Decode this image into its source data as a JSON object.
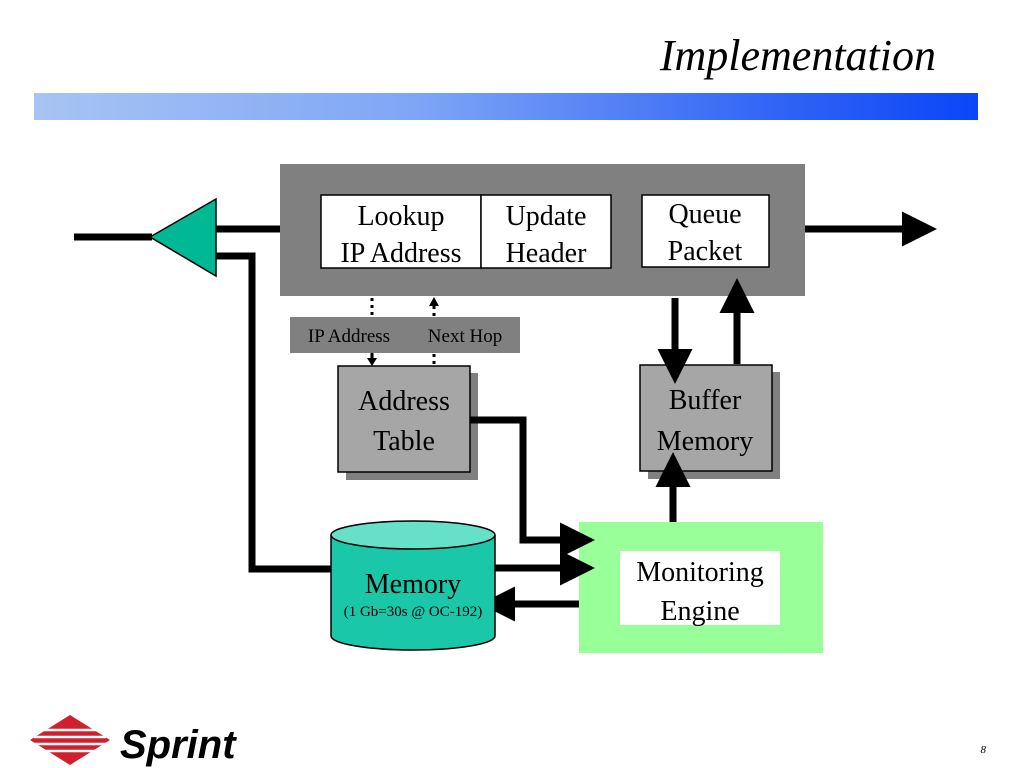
{
  "slide": {
    "title": "Implementation",
    "page_number": "8"
  },
  "diagram": {
    "lookup_block": {
      "line1": "Lookup",
      "line2": "IP Address"
    },
    "update_block": {
      "line1": "Update",
      "line2": "Header"
    },
    "queue_block": {
      "line1": "Queue",
      "line2": "Packet"
    },
    "ip_address_label": "IP Address",
    "next_hop_label": "Next Hop",
    "address_table": {
      "line1": "Address",
      "line2": "Table"
    },
    "buffer_memory": {
      "line1": "Buffer",
      "line2": "Memory"
    },
    "memory": {
      "line1": "Memory",
      "line2": "(1 Gb=30s @ OC-192)"
    },
    "monitoring_engine": {
      "line1": "Monitoring",
      "line2": "Engine"
    }
  },
  "logo": {
    "text": "Sprint"
  },
  "colors": {
    "router_gray": "#808080",
    "box_gray": "#a6a6a6",
    "memory_teal": "#1ac7a8",
    "triangle_green": "#00b894",
    "engine_green": "#99ff99",
    "sprint_red": "#d0202f"
  }
}
